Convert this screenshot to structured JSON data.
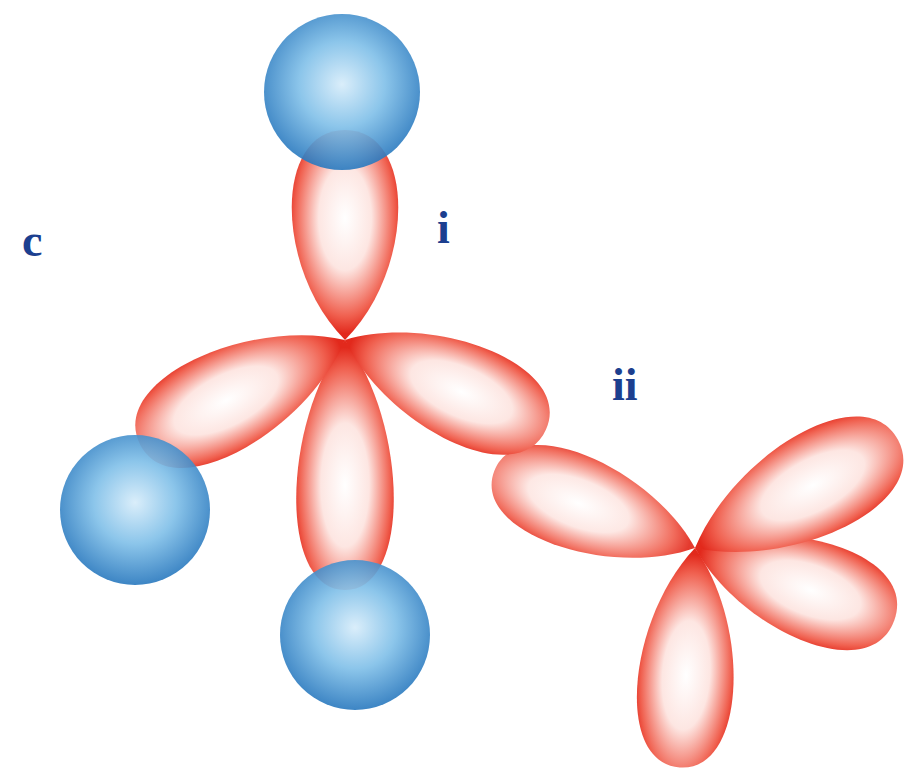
{
  "diagram": {
    "labels": [
      "c",
      "i",
      "ii"
    ]
  }
}
